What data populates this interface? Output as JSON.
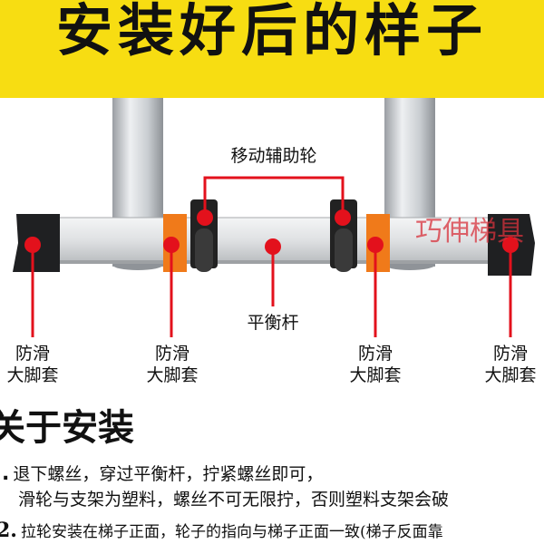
{
  "banner": {
    "title": "安装好后的样子"
  },
  "labels": {
    "wheel": "移动辅助轮",
    "balance_bar": "平衡杆",
    "anti_slip_left": [
      "防滑",
      "大脚套"
    ],
    "anti_slip_mid_left": [
      "防滑",
      "大脚套"
    ],
    "anti_slip_mid_right": [
      "防滑",
      "大脚套"
    ],
    "anti_slip_right": [
      "防滑",
      "大脚套"
    ]
  },
  "watermark": "巧伸梯具",
  "section": {
    "title": "关于安装",
    "step1": {
      "marker": ".",
      "line1": "退下螺丝，穿过平衡杆，拧紧螺丝即可，",
      "line2": "滑轮与支架为塑料，螺丝不可无限拧，否则塑料支架会破"
    },
    "step2": {
      "marker": "2.",
      "text": "拉轮安装在梯子正面，轮子的指向与梯子正面一致(梯子反面靠"
    }
  },
  "colors": {
    "banner": "#f7dd12",
    "marker": "#e3111c",
    "orange": "#f07a1a",
    "watermark": "#d8323c"
  }
}
